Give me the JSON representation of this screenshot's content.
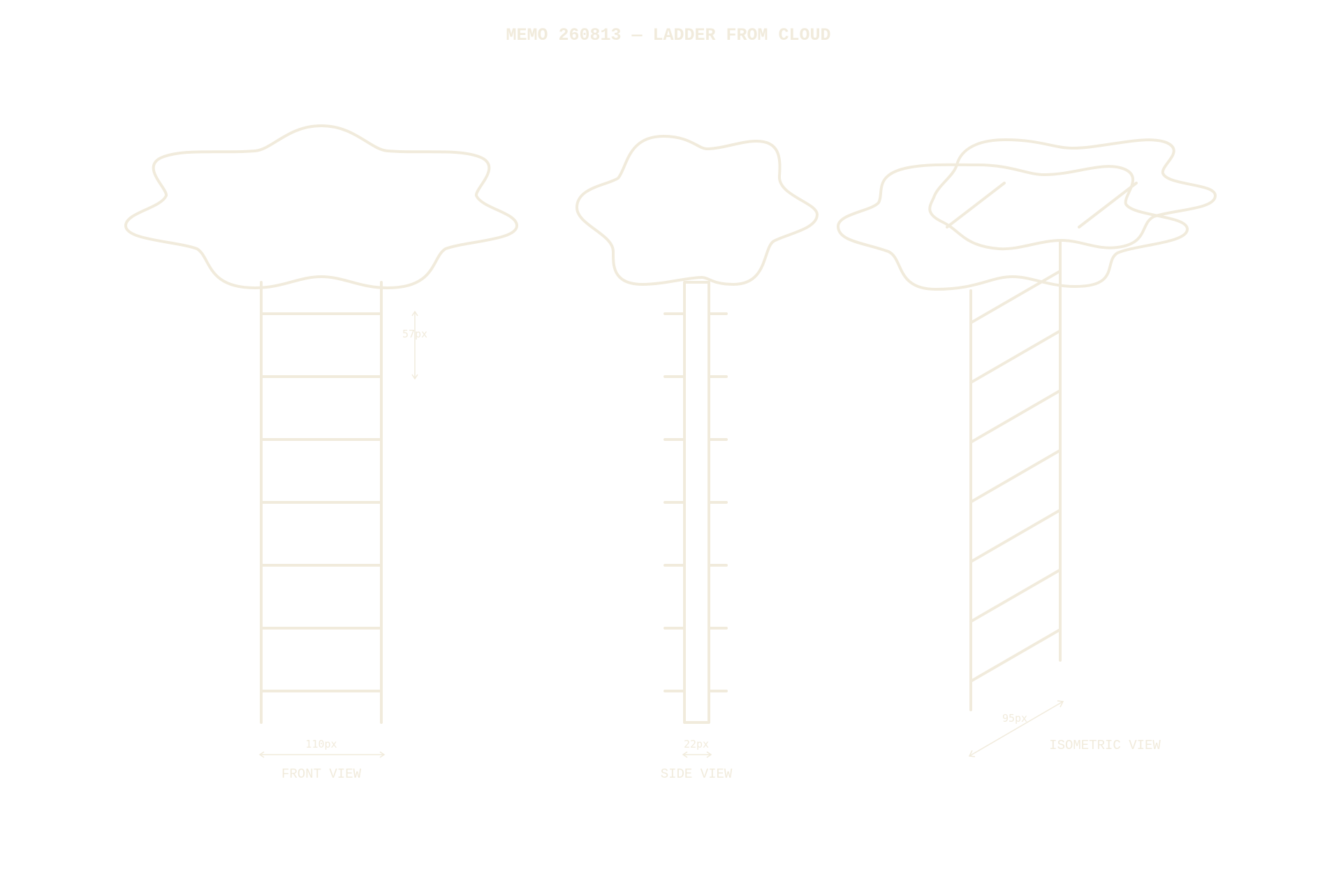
{
  "memo": {
    "title": "MEMO 260813 — LADDER FROM CLOUD"
  },
  "colors": {
    "ink": "#f1ebdc",
    "background": "#ffffff"
  },
  "views": {
    "front": {
      "label": "FRONT VIEW",
      "width_label": "110px",
      "spacing_label": "57px",
      "rung_count": 7
    },
    "side": {
      "label": "SIDE VIEW",
      "depth_label": "22px",
      "rung_count": 7
    },
    "isometric": {
      "label": "ISOMETRIC VIEW",
      "width_label": "95px",
      "rung_count": 7
    }
  }
}
